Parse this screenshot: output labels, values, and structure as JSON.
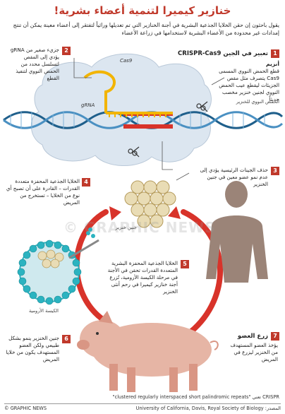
{
  "title": "خنازير كيميرا لتنمية أعضاء بشرية!",
  "intro": "يقول باحثون إن حقن الخلايا الجذعية البشرية في أجنة الخنازير التي تم تعديلها وراثياً لتفتقر إلى أعضاء معينة يمكن أن تنتج إمدادات غير محدودة من الأعضاء البشرية لاستخدامها في زراعة الأعضاء",
  "steps": {
    "s1": {
      "num": "1",
      "head": "تعبير في الجين CRISPR-Cas9",
      "bold": "أنزيم",
      "text": "قطع الحمض النووي المسمى Cas9 يتصرف مثل مقص الجزيئات ليقطع عيب الحمض النووي لجنين خنزير مخصب حديثاً",
      "dna_label": "الحمض النووي للخنزير"
    },
    "s2": {
      "num": "2",
      "text": "جزيء صغير من gRNA يؤدي إلى المقص لتسلسل محدد من الحمض النووي لتنفيذ القطع"
    },
    "s3": {
      "num": "3",
      "text": "حذف الجينات الرئيسية يؤدي إلى عدم نمو عضو معين في جنين الخنزير"
    },
    "s4": {
      "num": "4",
      "text": "الخلايا الجذعية المحفزة متعددة القدرات – القادرة على أن تصبح أي نوع من الخلايا – تستخرج من المريض"
    },
    "s5": {
      "num": "5",
      "text": "الخلايا الجذعية المحفزة البشرية المتعددة القدرات تحقن في الأجنة في مرحلة الكيسة الأرومية، تُزرع أجنة خنازير كيميرا في رحم أنثى الخنزير"
    },
    "s6": {
      "num": "6",
      "text": "جنين الخنزير ينمو بشكل طبيعي ولكن العضو المستهدف يكون من خلايا المريض",
      "label": "الكيسة الأرومية"
    },
    "s7": {
      "num": "7",
      "head": "زرع العضو",
      "text": "يؤخذ العضو المستهدف من الخنزير ليزرع في المريض"
    }
  },
  "labels": {
    "cas9": "Cas9",
    "grna": "gRNA",
    "embryo": "جنين خنزير"
  },
  "footer": {
    "crispr_note": "CRISPR تعني \"clustered regularly interspaced short palindromic repeats\"",
    "source": "المصدر: University of California, Davis, Royal Society of Biology",
    "credit": "© GRAPHIC NEWS"
  },
  "colors": {
    "accent": "#c0392b",
    "dna_blue": "#1f5f8b",
    "grna_yellow": "#f2b400",
    "cloud": "#dce6f0",
    "cell_teal": "#2bb3c0",
    "arrow_red": "#d8332a"
  }
}
